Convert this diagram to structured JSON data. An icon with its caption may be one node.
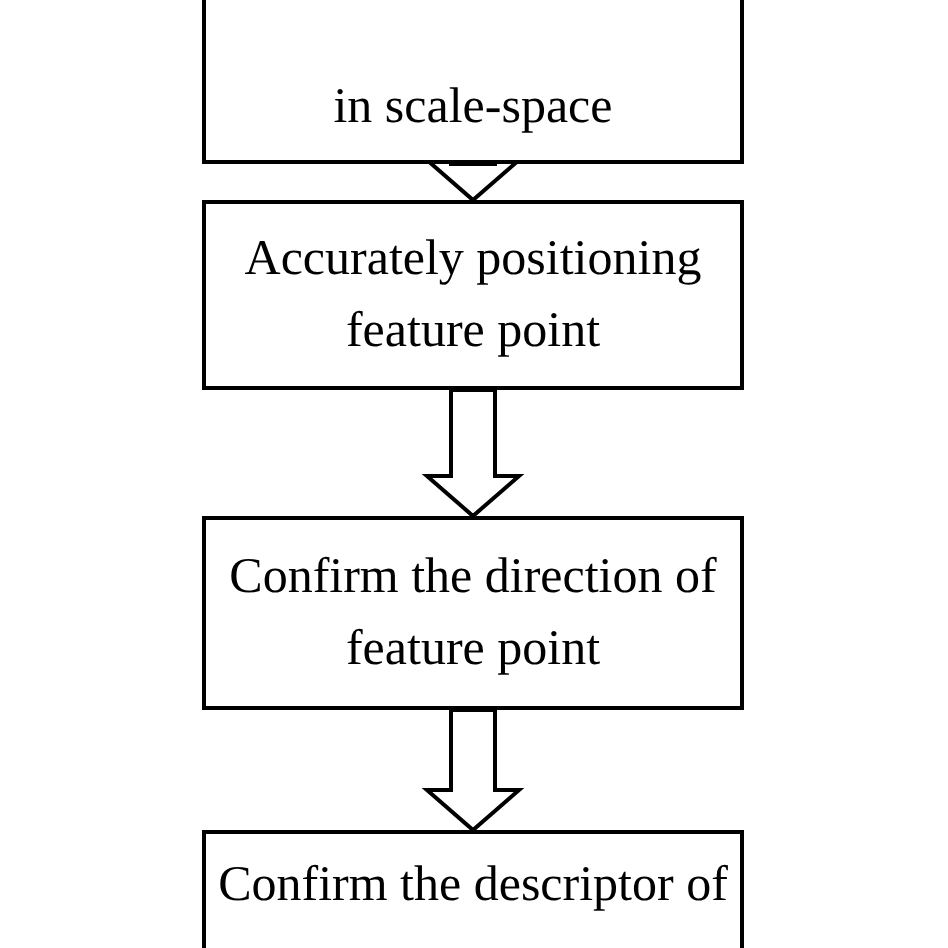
{
  "diagram": {
    "nodes": [
      {
        "text": [
          "in scale-space"
        ]
      },
      {
        "text": [
          "Accurately positioning feature point"
        ]
      },
      {
        "text": [
          "Confirm the direction of feature point"
        ]
      },
      {
        "text": [
          "Confirm the descriptor of"
        ]
      }
    ],
    "edges": [
      {
        "from": 0,
        "to": 1,
        "arrow": "to"
      },
      {
        "from": 1,
        "to": 2,
        "arrow": "to"
      },
      {
        "from": 2,
        "to": 3,
        "arrow": "to"
      }
    ]
  }
}
